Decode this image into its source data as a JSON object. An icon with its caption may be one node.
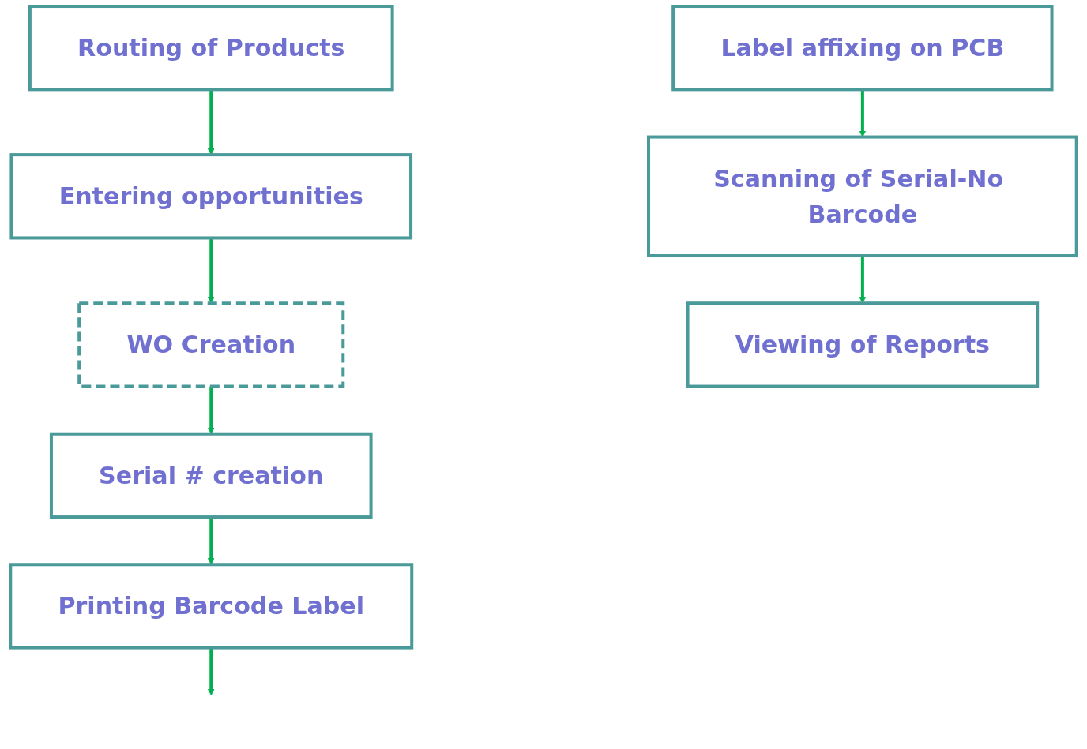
{
  "diagram": {
    "nodes": [
      {
        "text": [
          "Routing of Products"
        ]
      },
      {
        "text": [
          "Entering opportunities"
        ]
      },
      {
        "text": [
          "WO Creation"
        ]
      },
      {
        "text": [
          "Serial # creation"
        ]
      },
      {
        "text": [
          "Printing Barcode Label"
        ]
      },
      {
        "text": [
          "Label affixing on PCB"
        ]
      },
      {
        "text": [
          "Scanning of Serial-No Barcode"
        ]
      },
      {
        "text": [
          "Viewing of Reports"
        ]
      }
    ],
    "edges": [
      {
        "from": 0,
        "to": 1,
        "arrow": "to"
      },
      {
        "from": 1,
        "to": 2,
        "arrow": "to"
      },
      {
        "from": 2,
        "to": 3,
        "arrow": "to"
      },
      {
        "from": 3,
        "to": 4,
        "arrow": "to"
      },
      {
        "from": 4,
        "to": null,
        "arrow": "to"
      },
      {
        "from": 5,
        "to": 6,
        "arrow": "to"
      },
      {
        "from": 6,
        "to": 7,
        "arrow": "to"
      }
    ]
  }
}
